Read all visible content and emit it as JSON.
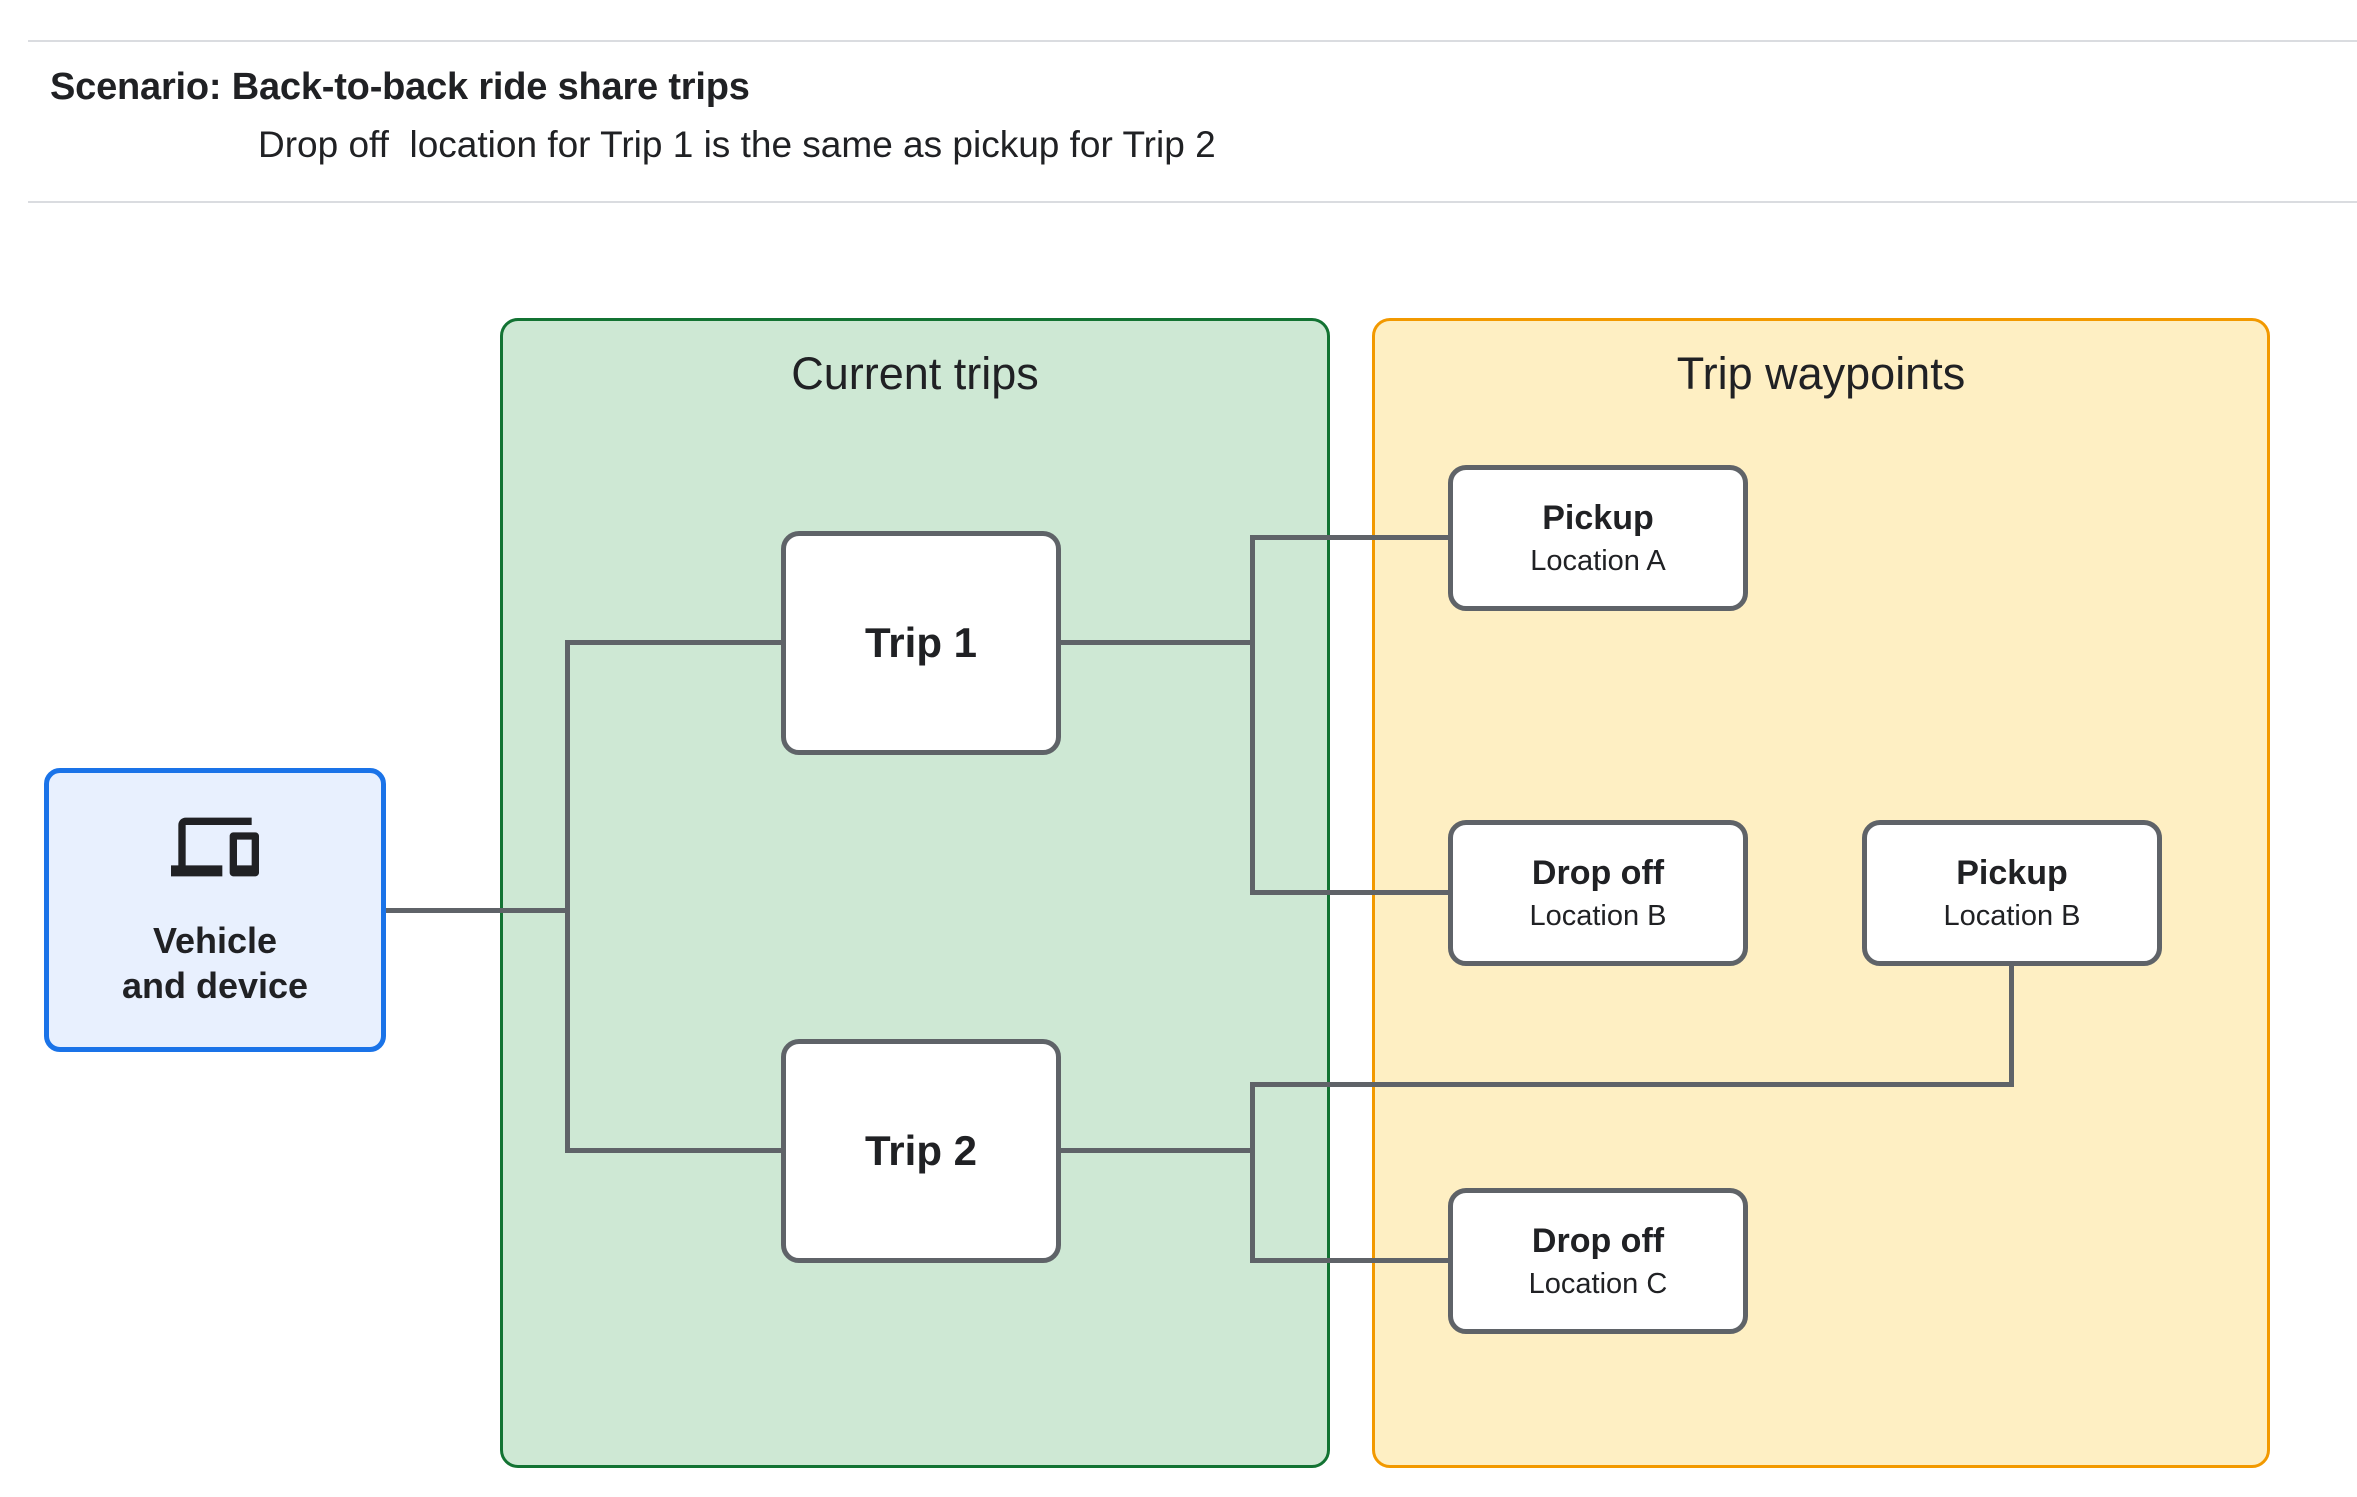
{
  "header": {
    "title": "Scenario: Back-to-back ride share trips",
    "subtitle": "Drop off  location for Trip 1 is the same as pickup for Trip 2"
  },
  "vehicle_node": {
    "line1": "Vehicle",
    "line2": "and device",
    "icon": "devices-icon",
    "fill": "#e8f0fe",
    "border": "#1a73e8"
  },
  "panels": {
    "current_trips": {
      "title": "Current trips",
      "fill": "#cee8d4",
      "border": "#137333"
    },
    "trip_waypoints": {
      "title": "Trip waypoints",
      "fill": "#feefc3",
      "border": "#f29900"
    }
  },
  "trips": [
    {
      "id": "trip-1",
      "label": "Trip 1"
    },
    {
      "id": "trip-2",
      "label": "Trip 2"
    }
  ],
  "waypoints": [
    {
      "id": "pickup-a",
      "title": "Pickup",
      "location": "Location A",
      "linked_trip": "Trip 1"
    },
    {
      "id": "dropoff-b",
      "title": "Drop off",
      "location": "Location B",
      "linked_trip": "Trip 1"
    },
    {
      "id": "pickup-b",
      "title": "Pickup",
      "location": "Location B",
      "linked_trip": "Trip 2"
    },
    {
      "id": "dropoff-c",
      "title": "Drop off",
      "location": "Location C",
      "linked_trip": "Trip 2"
    }
  ],
  "style": {
    "connector_color": "#5f6368",
    "divider_color": "#dadce0",
    "text_color": "#202124",
    "background": "#ffffff"
  }
}
